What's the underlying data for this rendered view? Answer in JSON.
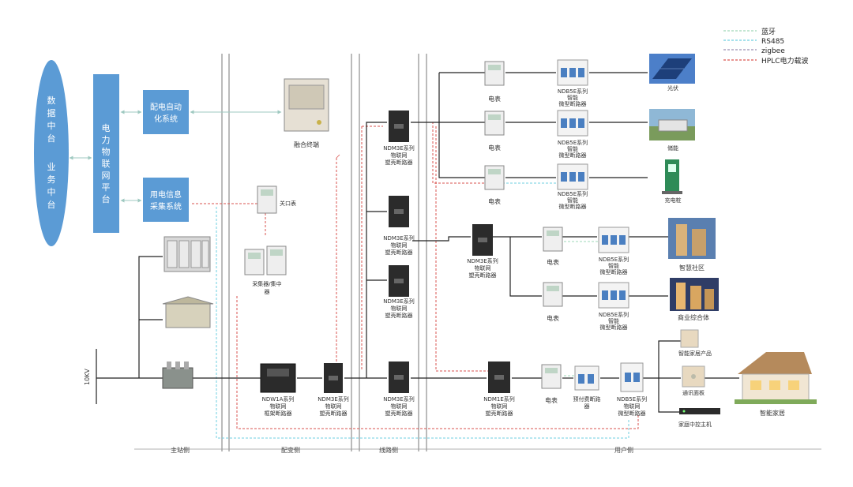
{
  "legend": {
    "bluetooth": "蓝牙",
    "rs485": "RS485",
    "zigbee": "zigbee",
    "hplc": "HPLC电力载波",
    "colors": {
      "bluetooth": "#9fd8b8",
      "rs485": "#6fcfe0",
      "zigbee": "#9a8fb0",
      "hplc": "#d9534f"
    }
  },
  "platform": {
    "data_center": "数据中台",
    "business_center": "业务中台",
    "iot_platform": "电力物联网平台",
    "dist_auto": "配电自动化系统",
    "collect_sys": "用电信息采集系统"
  },
  "voltage": "10KV",
  "sections": {
    "main": "主站侧",
    "distribution": "配变侧",
    "line": "线路侧",
    "user": "用户侧"
  },
  "devices": {
    "fusion_terminal": "融合终端",
    "gateway_meter": "关口表",
    "concentrator": "采集器/集中器",
    "ndw1a": [
      "NDW1A系列",
      "物联网",
      "框架断路器"
    ],
    "ndm3e": [
      "NDM3E系列",
      "物联网",
      "塑壳断路器"
    ],
    "ndm1e": [
      "NDM1E系列",
      "物联网",
      "塑壳断路器"
    ],
    "ndb5e_micro": [
      "NDB5E系列",
      "智能",
      "微型断路器"
    ],
    "ndb5e_iot": [
      "NDB5E系列",
      "物联网",
      "微型断路器"
    ],
    "prepaid": [
      "预付费断路",
      "器"
    ],
    "meter": "电表",
    "pv": "光伏",
    "storage": "储能",
    "charger": "充电桩",
    "community": "智慧社区",
    "commercial": "商业综合体",
    "home_product": "智能家居产品",
    "comm_panel": "通讯面板",
    "home_host": "家庭中控主机",
    "smart_home": "智能家居"
  }
}
